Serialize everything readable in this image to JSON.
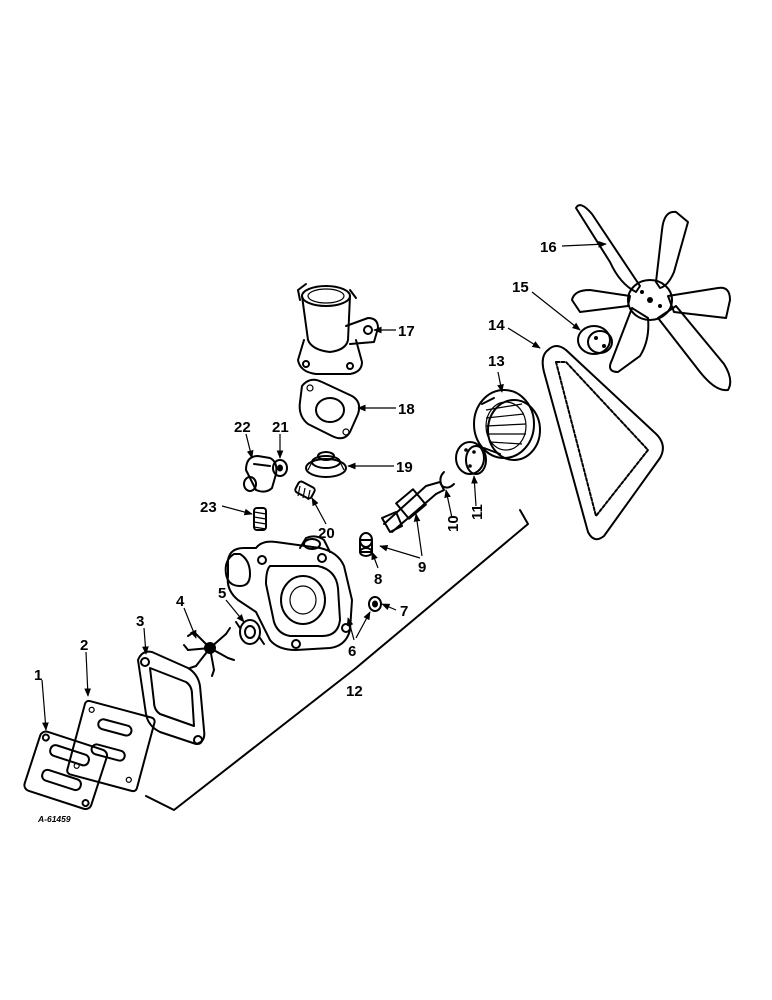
{
  "callouts": [
    {
      "id": "c1",
      "text": "1"
    },
    {
      "id": "c2",
      "text": "2"
    },
    {
      "id": "c3",
      "text": "3"
    },
    {
      "id": "c4",
      "text": "4"
    },
    {
      "id": "c5",
      "text": "5"
    },
    {
      "id": "c6",
      "text": "6"
    },
    {
      "id": "c7",
      "text": "7"
    },
    {
      "id": "c8",
      "text": "8"
    },
    {
      "id": "c9",
      "text": "9"
    },
    {
      "id": "c10",
      "text": "10"
    },
    {
      "id": "c11",
      "text": "11"
    },
    {
      "id": "c12",
      "text": "12"
    },
    {
      "id": "c13",
      "text": "13"
    },
    {
      "id": "c14",
      "text": "14"
    },
    {
      "id": "c15",
      "text": "15"
    },
    {
      "id": "c16",
      "text": "16"
    },
    {
      "id": "c17",
      "text": "17"
    },
    {
      "id": "c18",
      "text": "18"
    },
    {
      "id": "c19",
      "text": "19"
    },
    {
      "id": "c20",
      "text": "20"
    },
    {
      "id": "c21",
      "text": "21"
    },
    {
      "id": "c22",
      "text": "22"
    },
    {
      "id": "c23",
      "text": "23"
    }
  ],
  "figure_reference": "A-61459"
}
